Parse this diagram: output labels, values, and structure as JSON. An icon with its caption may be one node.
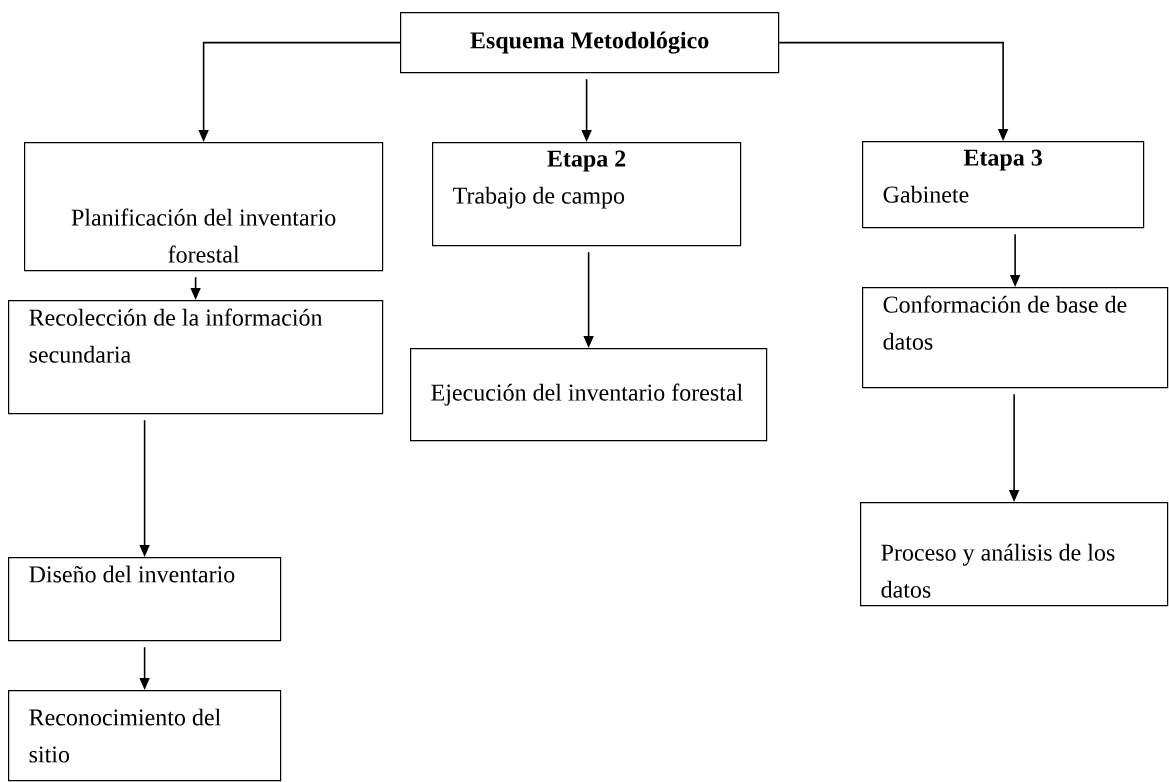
{
  "diagram": {
    "nodes": [
      {
        "text": [
          "Esquema Metodológico"
        ]
      },
      {
        "text": [
          "Planificación del inventario forestal"
        ]
      },
      {
        "text": [
          "Etapa 2",
          "Trabajo de campo"
        ]
      },
      {
        "text": [
          "Etapa 3",
          "Gabinete"
        ]
      },
      {
        "text": [
          "Recolección de la información secundaria"
        ]
      },
      {
        "text": [
          "Ejecución  del inventario forestal"
        ]
      },
      {
        "text": [
          "Conformación de base de datos"
        ]
      },
      {
        "text": [
          "Proceso y análisis de los datos"
        ]
      },
      {
        "text": [
          "Diseño del inventario"
        ]
      },
      {
        "text": [
          "Reconocimiento del sitio"
        ]
      }
    ],
    "edges": [
      {
        "from": 0,
        "to": 1,
        "arrow": "to"
      },
      {
        "from": 0,
        "to": 2,
        "arrow": "to"
      },
      {
        "from": 0,
        "to": 3,
        "arrow": "to"
      },
      {
        "from": 1,
        "to": 4,
        "arrow": "to"
      },
      {
        "from": 2,
        "to": 5,
        "arrow": "to"
      },
      {
        "from": 3,
        "to": 6,
        "arrow": "to"
      },
      {
        "from": 6,
        "to": 7,
        "arrow": "to"
      },
      {
        "from": 4,
        "to": 8,
        "arrow": "to"
      },
      {
        "from": 8,
        "to": 9,
        "arrow": "to"
      }
    ]
  }
}
